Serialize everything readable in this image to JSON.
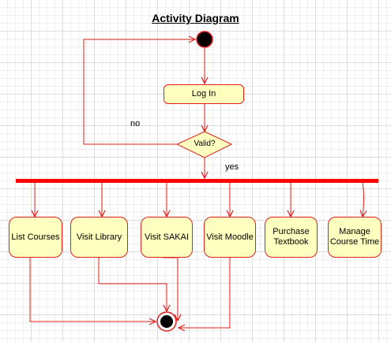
{
  "diagram": {
    "title": "Activity Diagram",
    "login_label": "Log In",
    "decision_label": "Valid?",
    "guard_no": "no",
    "guard_yes": "yes",
    "activities": [
      {
        "label": "List Courses"
      },
      {
        "label": "Visit Library"
      },
      {
        "label": "Visit SAKAI"
      },
      {
        "label": "Visit Moodle"
      },
      {
        "label": "Purchase Textbook"
      },
      {
        "label": "Manage Course Time"
      }
    ]
  },
  "colors": {
    "line": "#e0201b",
    "fill": "#ffffc0",
    "grid": "#dcdcdc"
  }
}
